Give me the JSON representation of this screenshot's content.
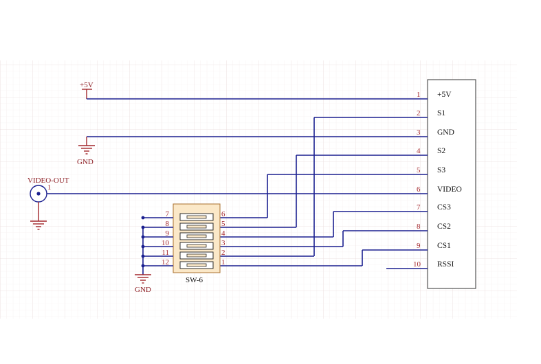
{
  "connector": {
    "pins": [
      {
        "num": "1",
        "label": "+5V"
      },
      {
        "num": "2",
        "label": "S1"
      },
      {
        "num": "3",
        "label": "GND"
      },
      {
        "num": "4",
        "label": "S2"
      },
      {
        "num": "5",
        "label": "S3"
      },
      {
        "num": "6",
        "label": "VIDEO"
      },
      {
        "num": "7",
        "label": "CS3"
      },
      {
        "num": "8",
        "label": "CS2"
      },
      {
        "num": "9",
        "label": "CS1"
      },
      {
        "num": "10",
        "label": "RSSI"
      }
    ]
  },
  "power": {
    "vcc_label": "+5V",
    "gnd_top_label": "GND",
    "gnd_switch_label": "GND"
  },
  "video_out": {
    "label": "VIDEO-OUT",
    "pin": "1"
  },
  "dip_switch": {
    "label": "SW-6",
    "left_pins": [
      "7",
      "8",
      "9",
      "10",
      "11",
      "12"
    ],
    "right_pins": [
      "6",
      "5",
      "4",
      "3",
      "2",
      "1"
    ]
  },
  "colors": {
    "wire": "#1a1f8f",
    "power_symbol": "#a3262b",
    "switch_fill": "#fbe8c8",
    "switch_border": "#b07a3c",
    "grid": "#efe6e6"
  }
}
